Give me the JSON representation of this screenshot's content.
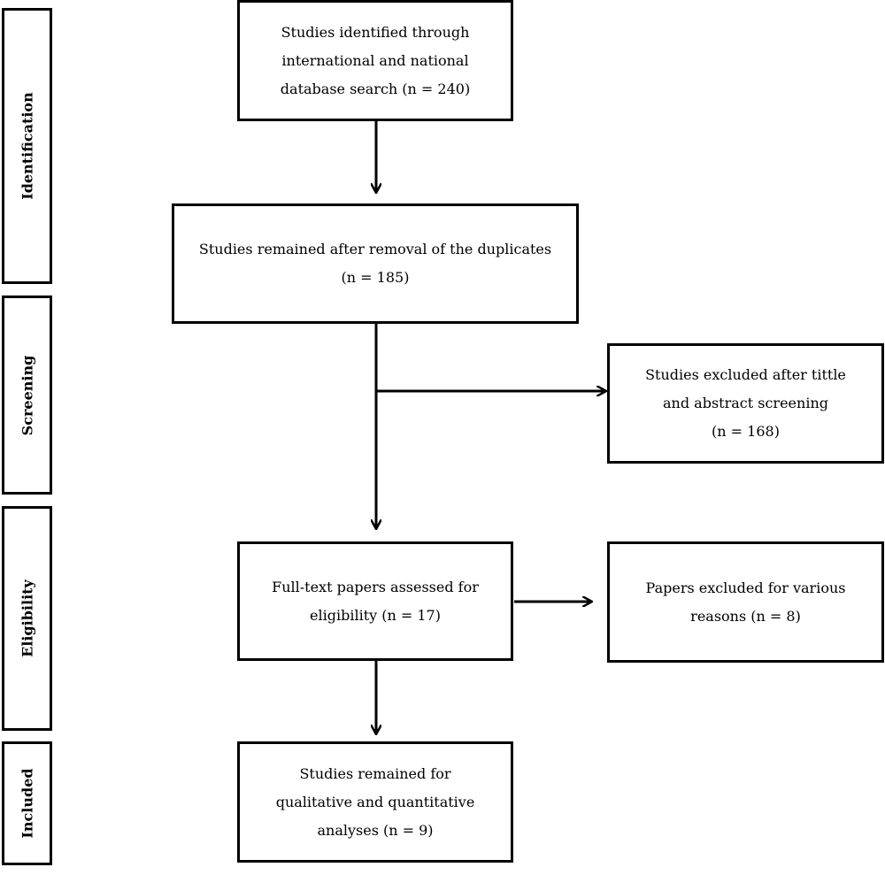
{
  "stages": {
    "identification": "Identification",
    "screening": "Screening",
    "eligibility": "Eligibility",
    "included": "Included"
  },
  "boxes": {
    "identified": [
      "Studies identified through",
      "international and national",
      "database search (n = 240)"
    ],
    "deduplicated": [
      "Studies remained after removal of the duplicates",
      "(n = 185)"
    ],
    "excluded_screening": [
      "Studies excluded after tittle",
      "and abstract screening",
      "(n = 168)"
    ],
    "full_text": [
      "Full-text papers assessed for",
      "eligibility (n = 17)"
    ],
    "excluded_full_text": [
      "Papers excluded for various",
      "reasons (n = 8)"
    ],
    "included": [
      "Studies remained for",
      "qualitative and quantitative",
      "analyses (n = 9)"
    ]
  }
}
